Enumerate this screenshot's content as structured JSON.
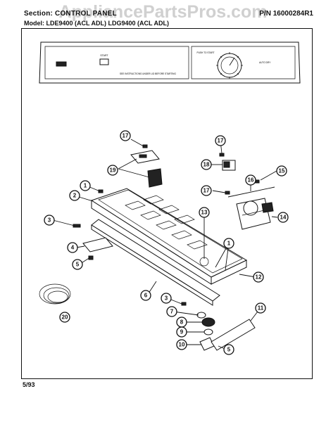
{
  "header": {
    "section_label": "Section: CONTROL PANEL",
    "part_number": "P/N 16000284R1",
    "model_label": "Model: LDE9400 (ACL ADL) LDG9400 (ACL ADL)"
  },
  "watermark": "AppliancePartsPros.com",
  "control_panel": {
    "button_label": "START",
    "caption": "SEE INSTRUCTIONS UNDER LID BEFORE STARTING",
    "knob_label": "AUTO DRY",
    "side_label": "PUSH TO START"
  },
  "callouts": [
    "1",
    "1",
    "2",
    "3",
    "3",
    "4",
    "5",
    "5",
    "6",
    "7",
    "8",
    "9",
    "10",
    "11",
    "12",
    "13",
    "14",
    "15",
    "16",
    "17",
    "17",
    "17",
    "18",
    "19",
    "20"
  ],
  "footer": {
    "date": "5/93"
  }
}
